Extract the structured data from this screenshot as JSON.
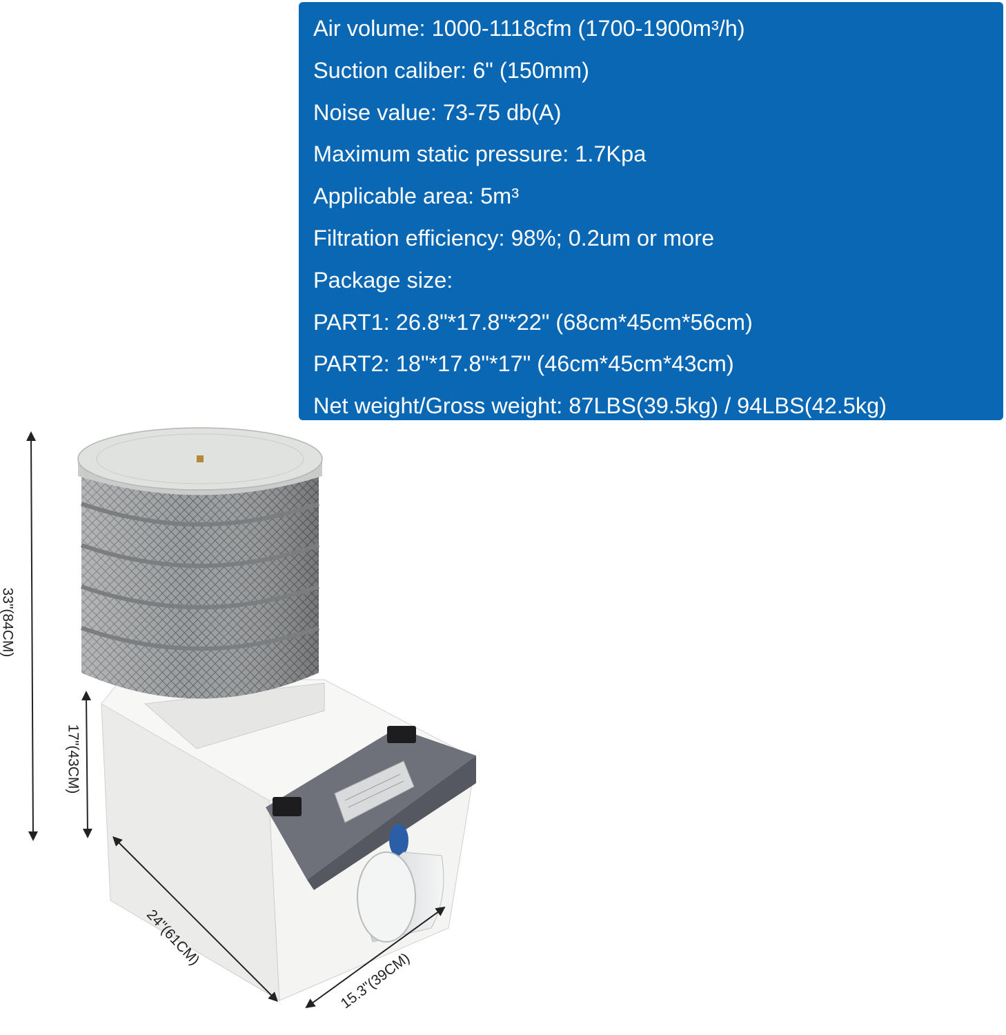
{
  "specs": [
    "Air volume: 1000-1118cfm (1700-1900m³/h)",
    "Suction caliber: 6\" (150mm)",
    "Noise value: 73-75 db(A)",
    "Maximum static pressure: 1.7Kpa",
    "Applicable area: 5m³",
    "Filtration efficiency: 98%; 0.2um or more",
    "Package size:",
    "PART1: 26.8\"*17.8\"*22\" (68cm*45cm*56cm)",
    "PART2: 18\"*17.8\"*17\" (46cm*45cm*43cm)",
    "Net weight/Gross weight: 87LBS(39.5kg) / 94LBS(42.5kg)"
  ],
  "dimensions": {
    "total_height": "33\"(84CM)",
    "body_height": "17\"(43CM)",
    "length": "24\"(61CM)",
    "width": "15.3\"(39CM)"
  },
  "colors": {
    "panel": "#0a67b3",
    "panel_text": "#ffffff",
    "cabinet": "#f1f1f0",
    "top_plate": "#6e7179",
    "filter_mesh": "#8a8d8f"
  }
}
